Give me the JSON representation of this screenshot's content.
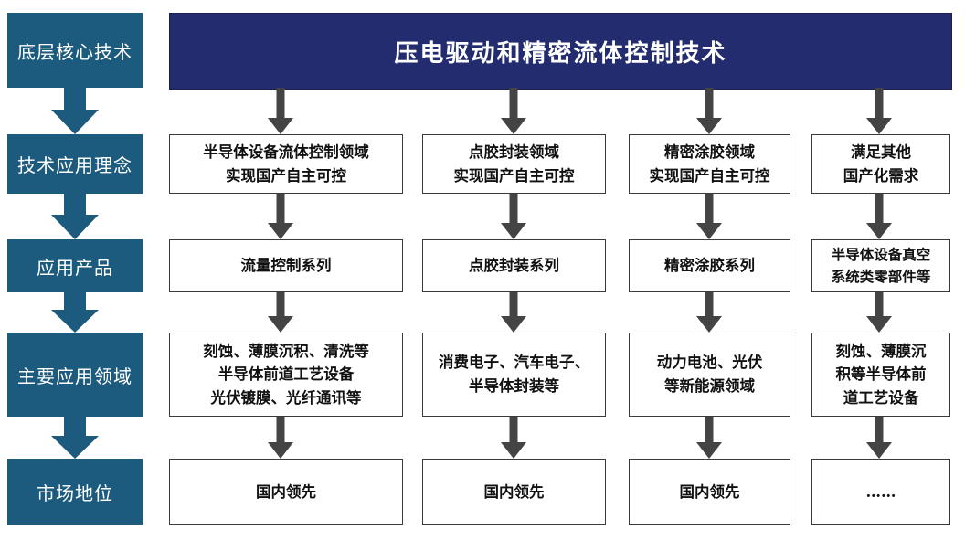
{
  "rows": [
    {
      "label": "底层核心技术"
    },
    {
      "label": "技术应用理念"
    },
    {
      "label": "应用产品"
    },
    {
      "label": "主要应用领域"
    },
    {
      "label": "市场地位"
    }
  ],
  "banner": "压电驱动和精密流体控制技术",
  "columns": [
    {
      "concept": "半导体设备流体控制领域\n实现国产自主可控",
      "product": "流量控制系列",
      "fields": "刻蚀、薄膜沉积、清洗等\n半导体前道工艺设备\n光伏镀膜、光纤通讯等",
      "position": "国内领先"
    },
    {
      "concept": "点胶封装领域\n实现国产自主可控",
      "product": "点胶封装系列",
      "fields": "消费电子、汽车电子、\n半导体封装等",
      "position": "国内领先"
    },
    {
      "concept": "精密涂胶领域\n实现国产自主可控",
      "product": "精密涂胶系列",
      "fields": "动力电池、光伏\n等新能源领域",
      "position": "国内领先"
    },
    {
      "concept": "满足其他\n国产化需求",
      "product": "半导体设备真空\n系统类零部件等",
      "fields": "刻蚀、薄膜沉\n积等半导体前\n道工艺设备",
      "position": "……"
    }
  ],
  "colors": {
    "label_bg": "#1d5b7e",
    "banner_bg": "#232c6e",
    "arrow": "#444444"
  }
}
